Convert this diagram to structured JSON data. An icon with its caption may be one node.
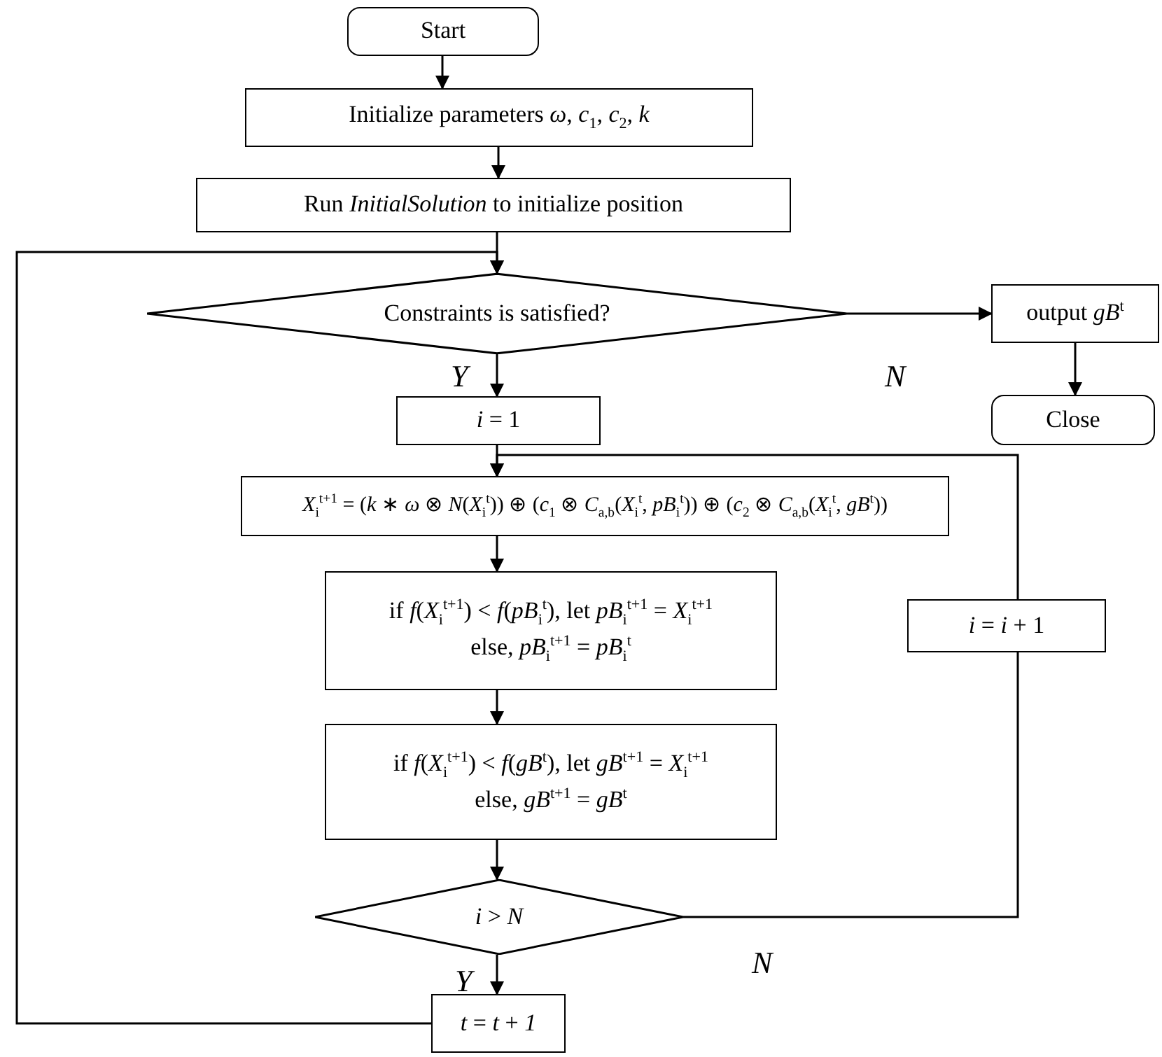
{
  "diagram": {
    "nodes": [
      {
        "text": [
          "Start"
        ]
      },
      {
        "text": [
          "Initialize parameters *ω*, *c*$_{1}$, *c*$_{2}$, *k*"
        ]
      },
      {
        "text": [
          "Run *InitialSolution* to initialize position"
        ]
      },
      {
        "text": [
          "Constraints is satisfied?"
        ]
      },
      {
        "text": [
          "output *gB*$^{t}$"
        ]
      },
      {
        "text": [
          "Close"
        ]
      },
      {
        "text": [
          "*i* = 1"
        ]
      },
      {
        "text": [
          "*X*$_{i}$$^{t+1}$ = (*k* ∗ *ω* ⊗ *N*(*X*$_{i}$$^{t}$)) ⊕ (*c*$_{1}$ ⊗ *C*$_{a,b}$(*X*$_{i}$$^{t}$, *pB*$_{i}$$^{t}$)) ⊕ (*c*$_{2}$ ⊗ *C*$_{a,b}$(*X*$_{i}$$^{t}$, *gB*$^{t}$))"
        ]
      },
      {
        "text": [
          "if *f*(*X*$_{i}$$^{t+1}$) < *f*(*pB*$_{i}$$^{t}$), let *pB*$_{i}$$^{t+1}$ = *X*$_{i}$$^{t+1}$",
          "else, *pB*$_{i}$$^{t+1}$ = *pB*$_{i}$$^{t}$"
        ]
      },
      {
        "text": [
          "*i* = *i* + 1"
        ]
      },
      {
        "text": [
          "if *f*(*X*$_{i}$$^{t+1}$) < *f*(*gB*$^{t}$), let *gB*$^{t+1}$ = *X*$_{i}$$^{t+1}$",
          "else, *gB*$^{t+1}$ = *gB*$^{t}$"
        ]
      },
      {
        "text": [
          "*i* > *N*"
        ]
      },
      {
        "text": [
          "*t* = *t* + *1*"
        ]
      }
    ],
    "edges": [
      {
        "from": 0,
        "to": 1,
        "arrow": "to"
      },
      {
        "from": 1,
        "to": 2,
        "arrow": "to"
      },
      {
        "from": 2,
        "to": 3,
        "arrow": "to"
      },
      {
        "from": 3,
        "to": 4,
        "arrow": "to",
        "label": "N"
      },
      {
        "from": 3,
        "to": 6,
        "arrow": "to",
        "label": "Y"
      },
      {
        "from": 4,
        "to": 5,
        "arrow": "to"
      },
      {
        "from": 6,
        "to": 7,
        "arrow": "to"
      },
      {
        "from": 7,
        "to": 8,
        "arrow": "to"
      },
      {
        "from": 8,
        "to": 10,
        "arrow": "to"
      },
      {
        "from": 10,
        "to": 11,
        "arrow": "to"
      },
      {
        "from": 11,
        "to": 12,
        "arrow": "to",
        "label": "Y"
      },
      {
        "from": 11,
        "to": 9,
        "arrow": "none",
        "label": "N"
      },
      {
        "from": 9,
        "to": 7,
        "arrow": "to"
      },
      {
        "from": 12,
        "to": 3,
        "arrow": "to"
      }
    ]
  }
}
